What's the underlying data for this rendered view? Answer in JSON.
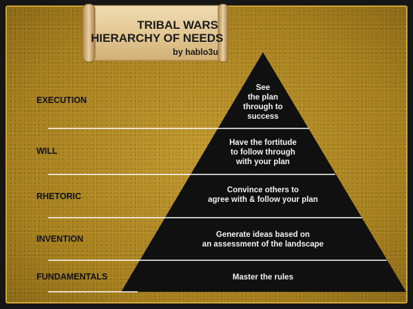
{
  "title": {
    "line1": "TRIBAL WARS",
    "line2": "HIERARCHY OF NEEDS",
    "byline": "by hablo3u"
  },
  "levels": [
    {
      "label": "EXECUTION",
      "lines": [
        "See",
        "the plan",
        "through to",
        "success"
      ]
    },
    {
      "label": "WILL",
      "lines": [
        "Have the fortitude",
        "to follow through",
        "with your plan"
      ]
    },
    {
      "label": "RHETORIC",
      "lines": [
        "Convince others to",
        "agree with & follow your plan"
      ]
    },
    {
      "label": "INVENTION",
      "lines": [
        "Generate ideas based on",
        "an assessment of the landscape"
      ]
    },
    {
      "label": "FUNDAMENTALS",
      "lines": [
        "Master the rules"
      ]
    }
  ],
  "colors": {
    "background": "#b8922a",
    "pyramid": "#101010",
    "text_on_pyramid": "#f2f2f2",
    "label": "#111111"
  }
}
